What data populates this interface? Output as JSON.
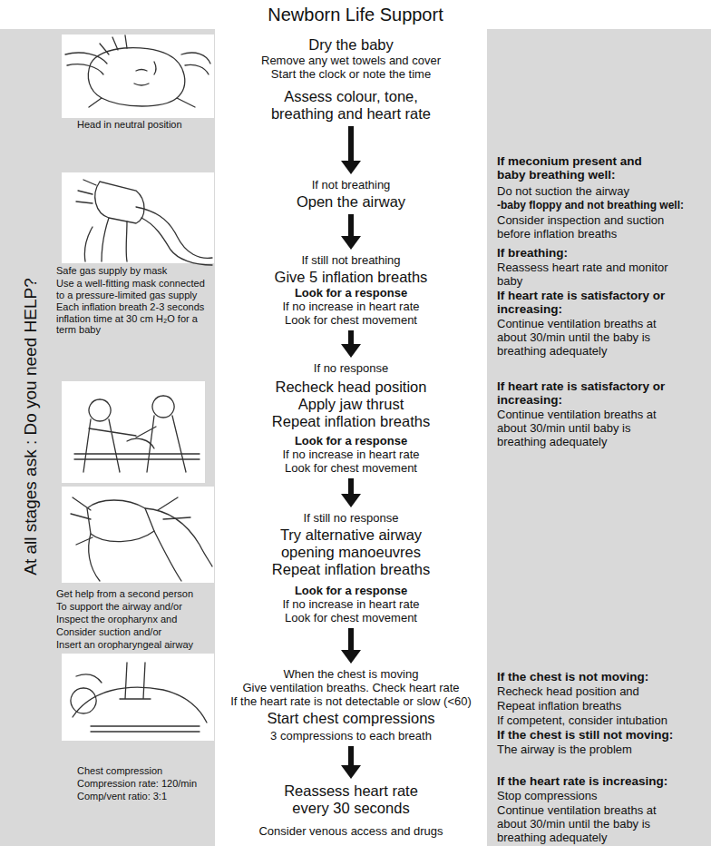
{
  "diagram": {
    "title": "Newborn Life Support",
    "nodes": [
      {
        "text": [
          "At all stages ask : Do you need HELP?",
          "Head in neutral position",
          "Safe gas supply by mask",
          "Use a well-fitting mask connected to a pressure-limited gas supply",
          "Each inflation breath 2-3 seconds inflation time at 30 cm H₂O for a term baby",
          "Get help from a second person",
          "To support the airway and/or",
          "Inspect the oropharynx and",
          "Consider suction and/or",
          "Insert an oropharyngeal airway",
          "Chest compression",
          "Compression rate: 120/min",
          "Comp/vent ratio: 3:1"
        ]
      },
      {
        "text": [
          "If meconium present and baby breathing well:",
          "Do not suction the airway",
          "-baby floppy and not breathing well:",
          "Consider inspection and suction before inflation breaths",
          "If breathing:",
          "Reassess heart rate and monitor baby",
          "If heart rate is satisfactory or increasing:",
          "Continue ventilation breaths at about 30/min until the baby is breathing adequately",
          "If heart rate is satisfactory or increasing:",
          "Continue ventilation breaths at about 30/min until baby is breathing adequately",
          "If the chest is not moving:",
          "Recheck head position and",
          "Repeat inflation breaths",
          "If competent, consider intubation",
          "If the chest is still not moving:",
          "The airway is the problem",
          "If the heart rate is increasing:",
          "Stop compressions",
          "Continue ventilation breaths at about 30/min until the baby is breathing adequately"
        ]
      },
      {
        "text": [
          "Dry the baby",
          "Remove any wet towels and cover",
          "Start the clock or note the time",
          "Assess colour, tone, breathing and heart rate"
        ]
      },
      {
        "text": [
          "If not breathing",
          "Open the airway"
        ]
      },
      {
        "text": [
          "If still not breathing",
          "Give 5 inflation breaths",
          "Look for a response",
          "If no increase in heart rate",
          "Look for chest movement"
        ]
      },
      {
        "text": [
          "If no response",
          "Recheck head position",
          "Apply jaw thrust",
          "Repeat inflation breaths",
          "Look for a response",
          "If no increase in heart rate",
          "Look for chest movement"
        ]
      },
      {
        "text": [
          "If still no response",
          "Try alternative airway opening manoeuvres",
          "Repeat inflation breaths",
          "Look for a response",
          "If no increase in heart rate",
          "Look for chest movement"
        ]
      },
      {
        "text": [
          "When the chest is moving",
          "Give ventilation breaths. Check heart rate",
          "If the heart rate is not detectable or slow (<60)",
          "Start chest compressions",
          "3 compressions to each breath"
        ]
      },
      {
        "text": [
          "Reassess heart rate every 30 seconds",
          "Consider venous access and drugs"
        ]
      }
    ],
    "edges": [
      {
        "from": 2,
        "to": 3,
        "arrow": "to"
      },
      {
        "from": 3,
        "to": 4,
        "arrow": "to"
      },
      {
        "from": 4,
        "to": 5,
        "arrow": "to"
      },
      {
        "from": 5,
        "to": 6,
        "arrow": "to"
      },
      {
        "from": 6,
        "to": 7,
        "arrow": "to"
      },
      {
        "from": 7,
        "to": 8,
        "arrow": "to"
      }
    ]
  }
}
